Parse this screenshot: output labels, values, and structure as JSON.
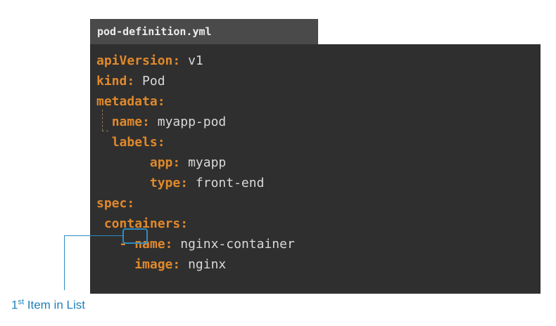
{
  "tab_title": "pod-definition.yml",
  "colors": {
    "key": "#e0892b",
    "value": "#d9d9d9",
    "editor_bg": "#2f2f2f",
    "tab_bg": "#4a4a4a",
    "callout": "#2d8bc0"
  },
  "code_lines": [
    {
      "indent": "",
      "dash": "",
      "key": "apiVersion",
      "colon": ": ",
      "value": "v1"
    },
    {
      "indent": "",
      "dash": "",
      "key": "kind",
      "colon": ": ",
      "value": "Pod"
    },
    {
      "indent": "",
      "dash": "",
      "key": "metadata",
      "colon": ":",
      "value": ""
    },
    {
      "indent": "  ",
      "dash": "",
      "key": "name",
      "colon": ": ",
      "value": "myapp-pod"
    },
    {
      "indent": "  ",
      "dash": "",
      "key": "labels",
      "colon": ":",
      "value": ""
    },
    {
      "indent": "       ",
      "dash": "",
      "key": "app",
      "colon": ": ",
      "value": "myapp"
    },
    {
      "indent": "       ",
      "dash": "",
      "key": "type",
      "colon": ": ",
      "value": "front-end"
    },
    {
      "indent": "",
      "dash": "",
      "key": "spec",
      "colon": ":",
      "value": ""
    },
    {
      "indent": " ",
      "dash": "",
      "key": "containers",
      "colon": ":",
      "value": ""
    },
    {
      "indent": "   ",
      "dash": "- ",
      "key": "name",
      "colon": ": ",
      "value": "nginx-container"
    },
    {
      "indent": "     ",
      "dash": "",
      "key": "image",
      "colon": ": ",
      "value": "nginx"
    }
  ],
  "callout": {
    "label_num": "1",
    "label_sup": "st",
    "label_rest": " Item in List"
  }
}
